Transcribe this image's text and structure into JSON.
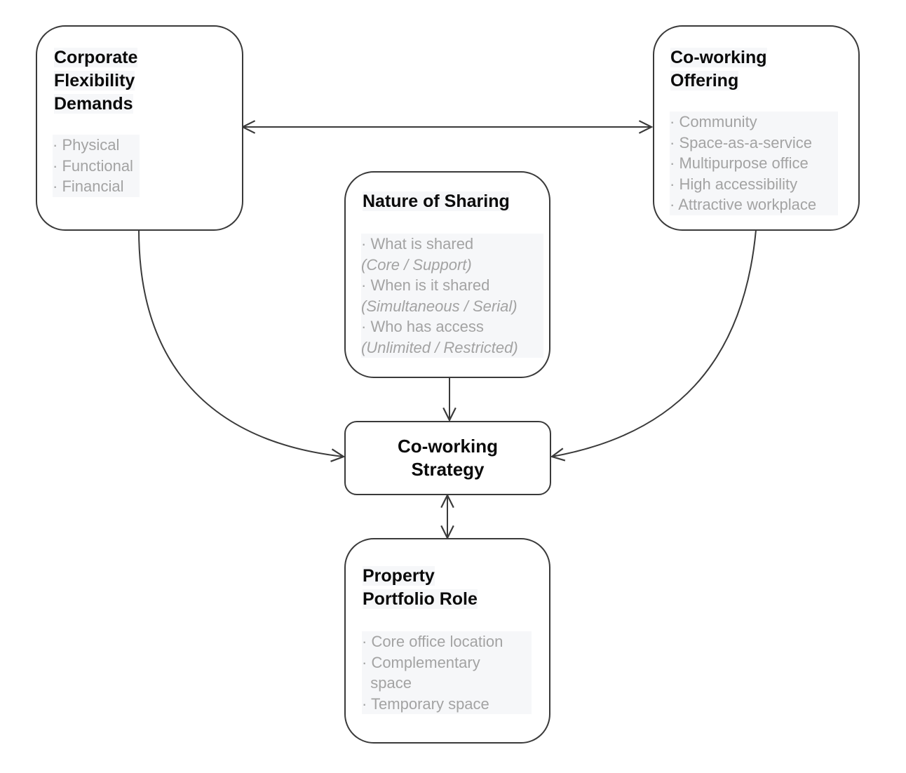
{
  "diagram": {
    "type": "flow diagram",
    "colors": {
      "stroke": "#3a3a3a",
      "title_text": "#0a0a0a",
      "item_text": "#a3a3a3",
      "text_highlight": "#f6f7f9",
      "background": "#ffffff"
    },
    "nodes": {
      "corporate": {
        "title_lines": [
          "Corporate",
          "Flexibility",
          "Demands"
        ],
        "items": [
          "· Physical",
          "· Functional",
          "· Financial"
        ]
      },
      "offering": {
        "title_lines": [
          "Co-working",
          "Offering"
        ],
        "items": [
          "· Community",
          "· Space-as-a-service",
          "· Multipurpose office",
          "· High accessibility",
          "· Attractive workplace"
        ]
      },
      "sharing": {
        "title_lines": [
          "Nature of Sharing"
        ],
        "items": [
          {
            "text": "· What is shared",
            "italic": false
          },
          {
            "text": "(Core / Support)",
            "italic": true
          },
          {
            "text": "· When is it shared",
            "italic": false
          },
          {
            "text": "(Simultaneous / Serial)",
            "italic": true
          },
          {
            "text": "· Who has access",
            "italic": false
          },
          {
            "text": "(Unlimited / Restricted)",
            "italic": true
          }
        ]
      },
      "strategy": {
        "title_lines": [
          "Co-working",
          "Strategy"
        ]
      },
      "portfolio": {
        "title_lines": [
          "Property",
          "Portfolio Role"
        ],
        "items": [
          "· Core office location",
          "· Complementary",
          "  space",
          "· Temporary space"
        ]
      }
    },
    "edges": [
      {
        "from": "corporate",
        "to": "offering",
        "direction": "both"
      },
      {
        "from": "sharing",
        "to": "strategy",
        "direction": "forward"
      },
      {
        "from": "corporate",
        "to": "strategy",
        "direction": "forward"
      },
      {
        "from": "offering",
        "to": "strategy",
        "direction": "forward"
      },
      {
        "from": "strategy",
        "to": "portfolio",
        "direction": "both"
      }
    ]
  }
}
